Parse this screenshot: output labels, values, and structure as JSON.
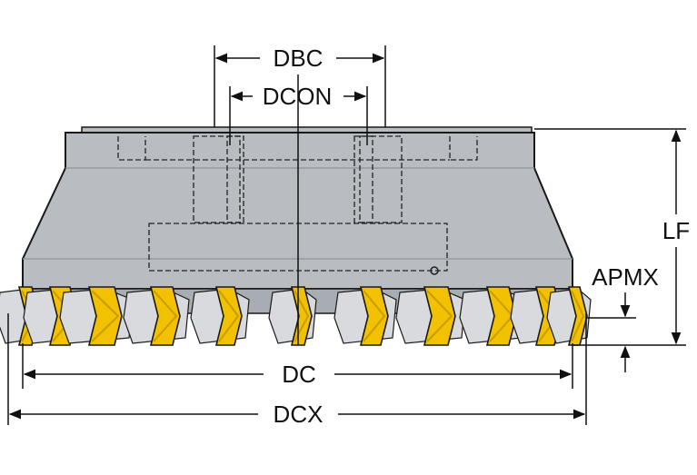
{
  "labels": {
    "dbc": "DBC",
    "dcon": "DCON",
    "lf": "LF",
    "apmx": "APMX",
    "dc": "DC",
    "dcx": "DCX"
  },
  "colors": {
    "body": "#b9bdc2",
    "body_dark": "#9da2a8",
    "outline": "#1a1a1a",
    "insert": "#f2c100",
    "insert_dark": "#c99c00",
    "seat": "#d8dadd",
    "background": "#ffffff"
  }
}
